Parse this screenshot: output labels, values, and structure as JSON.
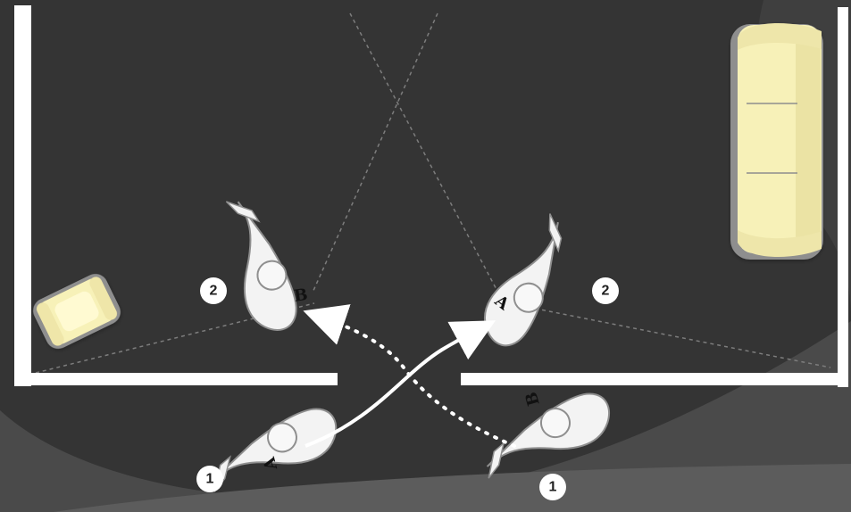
{
  "scene": {
    "description_free": true,
    "colors": {
      "floor_dark": "#343434",
      "floor_mid": "#424242",
      "floor_light": "#5b5b5b",
      "wall": "#ffffff",
      "sofa_fill": "#f7f1b8",
      "sofa_shadow": "#8e8e8e",
      "figure_fill": "#f3f3f3",
      "figure_outline": "#8f8f8f",
      "marker_fill": "#ffffff",
      "marker_text": "#1f1f1f",
      "path_color": "#ffffff",
      "sightline": "#7d7d7d"
    }
  },
  "markers": {
    "left_top": "2",
    "right_top": "2",
    "left_bottom": "1",
    "right_bottom": "1"
  },
  "figures": {
    "a_top_label": "A",
    "b_top_label": "B",
    "a_bottom_label": "A",
    "b_bottom_label": "B"
  }
}
